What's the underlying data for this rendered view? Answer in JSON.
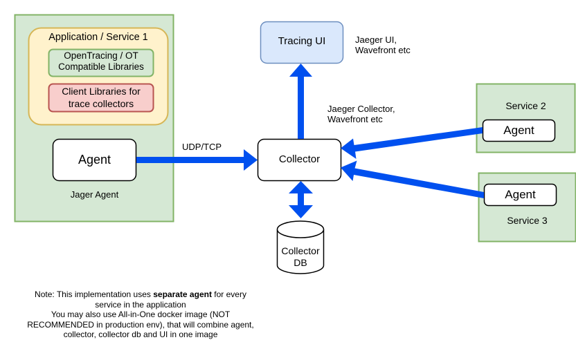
{
  "colors": {
    "arrow": "#0050ef",
    "service_fill": "#d5e8d4",
    "service_stroke": "#82b366",
    "app_fill": "#fff2cc",
    "app_stroke": "#d6b656",
    "ot_fill": "#d5e8d4",
    "client_fill": "#f8cecc",
    "client_stroke": "#b85450",
    "ui_fill": "#dae8fc",
    "ui_stroke": "#6c8ebf"
  },
  "service1": {
    "app_title": "Application / Service 1",
    "ot_libs": [
      "OpenTracing / OT",
      "Compatible Libraries"
    ],
    "client_libs": [
      "Client Libraries for",
      "trace collectors"
    ],
    "agent": "Agent",
    "agent_caption": "Jager Agent"
  },
  "edge_labels": {
    "udp_tcp": "UDP/TCP"
  },
  "tracing_ui": {
    "label": "Tracing UI",
    "caption": [
      "Jaeger UI,",
      "Wavefront etc"
    ]
  },
  "collector": {
    "label": "Collector",
    "caption": [
      "Jaeger Collector,",
      "Wavefront etc"
    ]
  },
  "collector_db": {
    "label": [
      "Collector",
      "DB"
    ]
  },
  "service2": {
    "title": "Service 2",
    "agent": "Agent"
  },
  "service3": {
    "title": "Service 3",
    "agent": "Agent"
  },
  "note": {
    "prefix": "Note: This implementation uses ",
    "bold": "separate agent",
    "suffix": " for every service in the application",
    "line2": "You may also use All-in-One docker image (NOT RECOMMENDED in production env), that will combine agent, collector, collector db and UI in one image"
  }
}
